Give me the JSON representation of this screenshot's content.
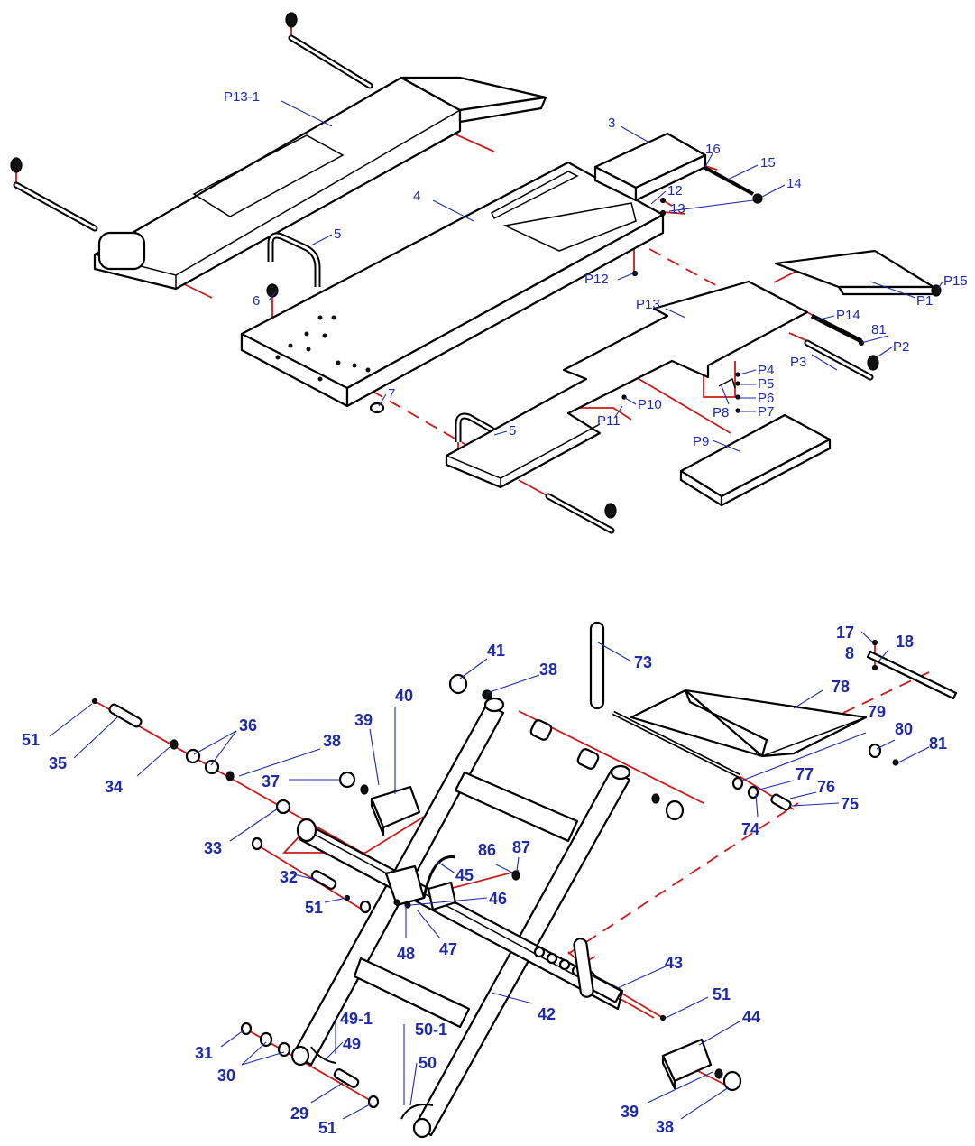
{
  "colors": {
    "part_outline": "#000000",
    "assembly_line": "#cc1a1a",
    "callout": "#1e2aa8",
    "background": "#ffffff"
  },
  "top_assembly": {
    "labels": [
      "P13-1",
      "5",
      "4",
      "6",
      "7",
      "3",
      "12",
      "13",
      "14",
      "15",
      "16",
      "P12",
      "P13",
      "P14",
      "P15",
      "P1",
      "81",
      "P2",
      "P3",
      "P4",
      "P5",
      "P6",
      "P7",
      "P8",
      "P9",
      "P10",
      "P11",
      "5"
    ]
  },
  "bottom_assembly": {
    "labels": [
      "41",
      "38",
      "73",
      "17",
      "18",
      "8",
      "78",
      "40",
      "39",
      "38",
      "36",
      "51",
      "35",
      "34",
      "37",
      "33",
      "32",
      "51",
      "45",
      "86",
      "87",
      "46",
      "48",
      "47",
      "79",
      "80",
      "81",
      "77",
      "76",
      "75",
      "74",
      "43",
      "51",
      "44",
      "42",
      "31",
      "30",
      "49-1",
      "49",
      "50-1",
      "50",
      "29",
      "51",
      "39",
      "38"
    ]
  }
}
